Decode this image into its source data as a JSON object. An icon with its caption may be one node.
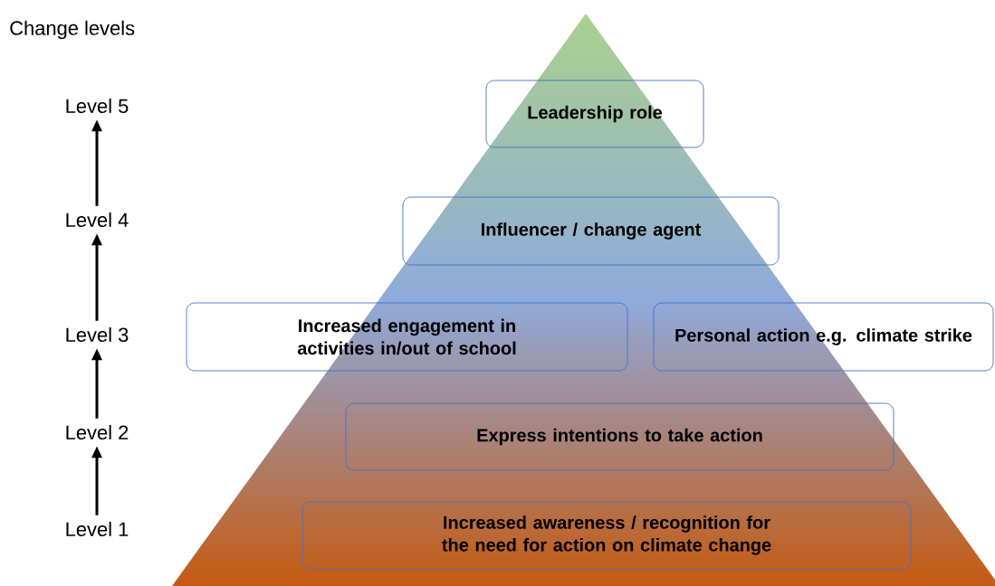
{
  "diagram": {
    "title": "Change levels",
    "nodes": [
      {
        "text": [
          "Level 5"
        ]
      },
      {
        "text": [
          "Leadership role"
        ]
      },
      {
        "text": [
          "Level 4"
        ]
      },
      {
        "text": [
          "Influencer / change agent"
        ]
      },
      {
        "text": [
          "Level 3"
        ]
      },
      {
        "text": [
          "Increased engagement in activities in/out of school"
        ]
      },
      {
        "text": [
          "Personal action e.g. climate strike"
        ]
      },
      {
        "text": [
          "Level 2"
        ]
      },
      {
        "text": [
          "Express intentions to take action"
        ]
      },
      {
        "text": [
          "Level 1"
        ]
      },
      {
        "text": [
          "Increased awareness / recognition for the need for action on climate change"
        ]
      }
    ],
    "edges": [
      {
        "from": 9,
        "to": 7,
        "arrow": "to"
      },
      {
        "from": 7,
        "to": 4,
        "arrow": "to"
      },
      {
        "from": 4,
        "to": 2,
        "arrow": "to"
      },
      {
        "from": 2,
        "to": 0,
        "arrow": "to"
      }
    ]
  }
}
